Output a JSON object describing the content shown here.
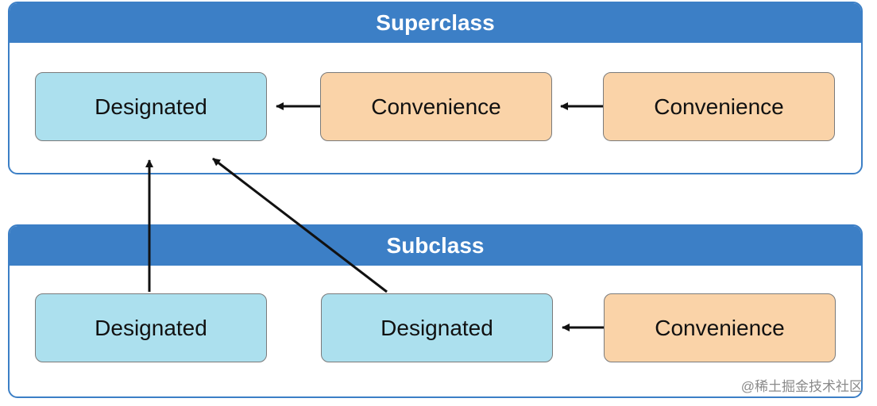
{
  "superclass": {
    "title": "Superclass",
    "nodes": [
      "Designated",
      "Convenience",
      "Convenience"
    ]
  },
  "subclass": {
    "title": "Subclass",
    "nodes": [
      "Designated",
      "Designated",
      "Convenience"
    ]
  },
  "colors": {
    "group_blue": "#3c7fc6",
    "designated_fill": "#ace0ee",
    "convenience_fill": "#fad3a8",
    "arrow": "#111111"
  },
  "watermark": "@稀土掘金技术社区"
}
